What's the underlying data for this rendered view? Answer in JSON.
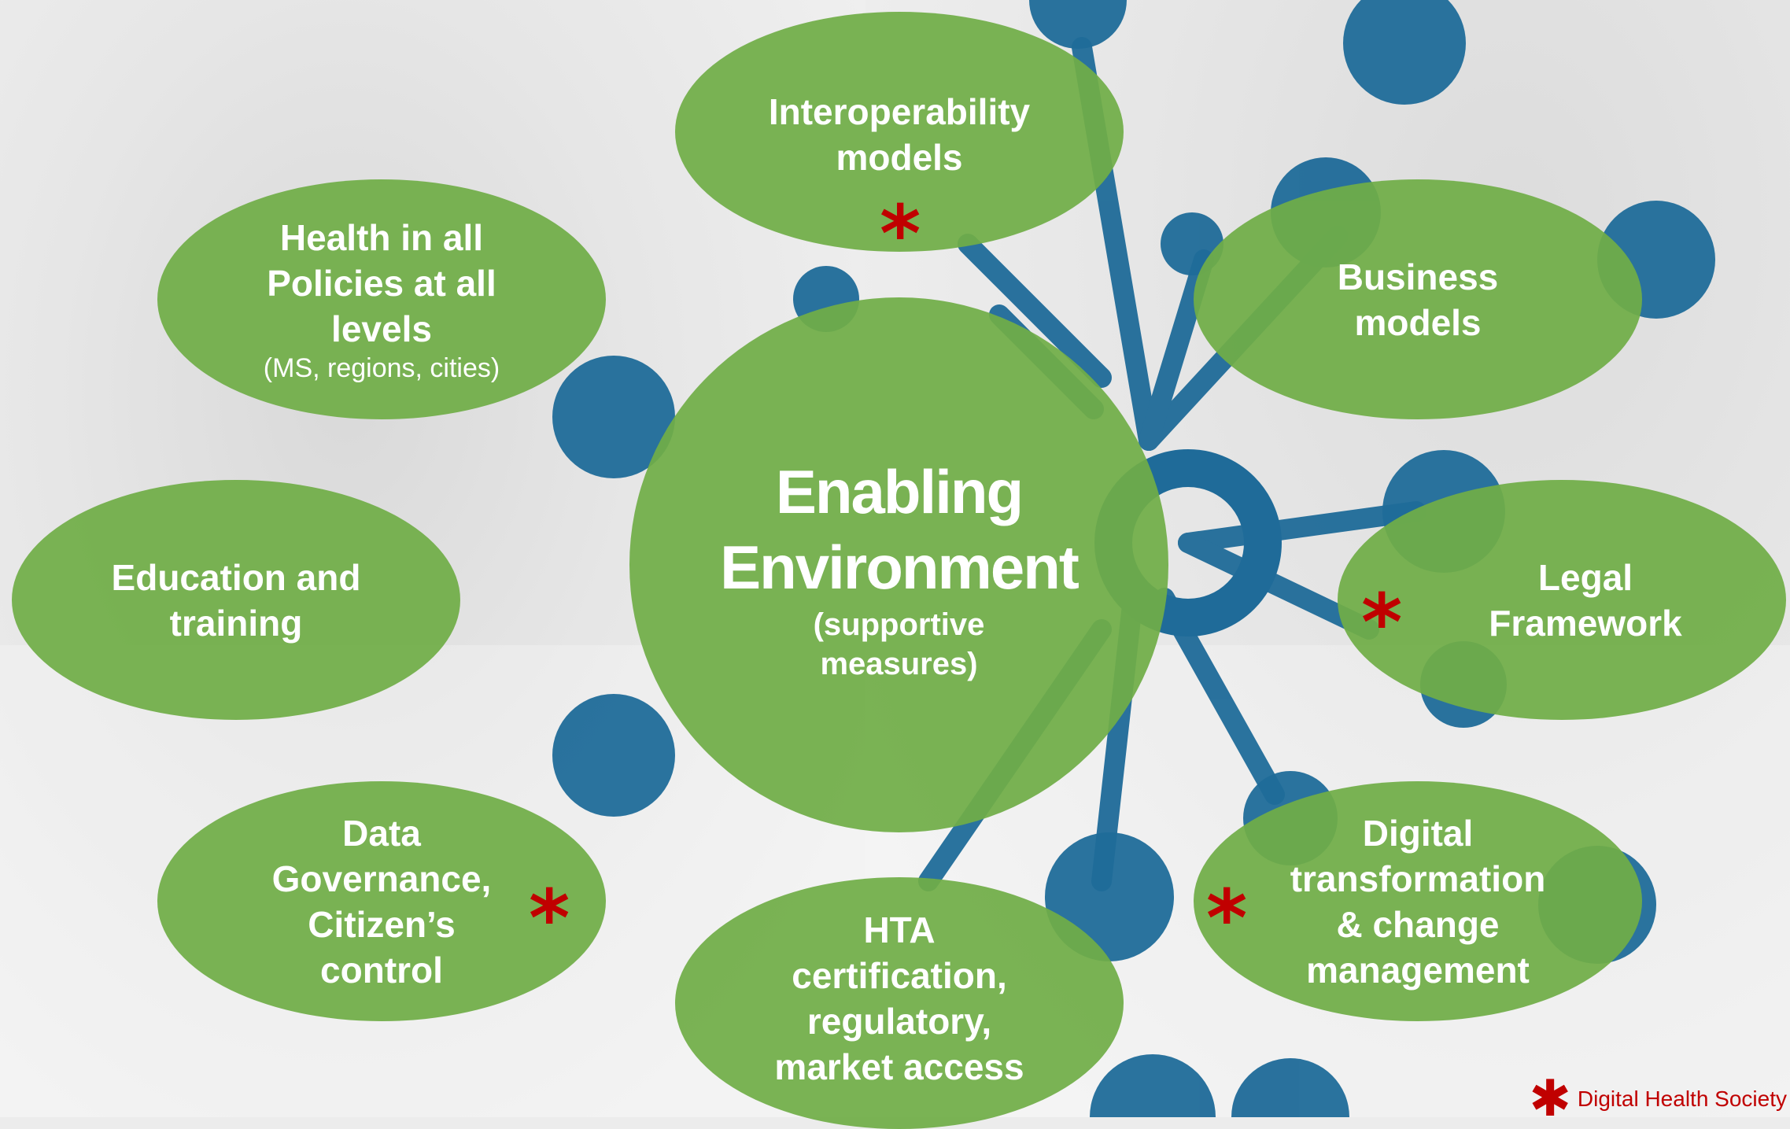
{
  "colors": {
    "oval_fill": "#70ad47",
    "text": "#ffffff",
    "star": "#c00000",
    "network": "#1f6b99"
  },
  "center": {
    "title_line1": "Enabling",
    "title_line2": "Environment",
    "subtitle_line1": "(supportive",
    "subtitle_line2": "measures)"
  },
  "ovals": {
    "interoperability": {
      "line1": "Interoperability",
      "line2": "models"
    },
    "health": {
      "line1": "Health in all",
      "line2": "Policies at all",
      "line3": "levels",
      "sub": "(MS, regions, cities)"
    },
    "business": {
      "line1": "Business",
      "line2": "models"
    },
    "education": {
      "line1": "Education and",
      "line2": "training"
    },
    "legal": {
      "line1": "Legal",
      "line2": "Framework"
    },
    "data": {
      "line1": "Data",
      "line2": "Governance,",
      "line3": "Citizen’s",
      "line4": "control"
    },
    "hta": {
      "line1": "HTA",
      "line2": "certification,",
      "line3": "regulatory,",
      "line4": "market access"
    },
    "digital": {
      "line1": "Digital",
      "line2": "transformation",
      "line3": "& change",
      "line4": "management"
    }
  },
  "star_glyph": "*",
  "legend": {
    "star": "✱",
    "label": "Digital Health Society"
  }
}
